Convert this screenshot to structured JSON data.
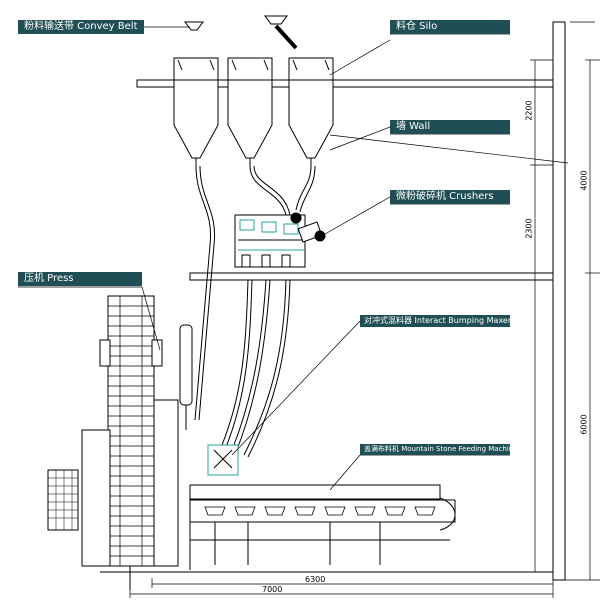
{
  "labels": {
    "convey_belt": "粉料输送带 Convey Belt",
    "silo": "料仓 Silo",
    "wall": "墙 Wall",
    "crushers": "微粉破碎机 Crushers",
    "press": "压机 Press",
    "mixer": "对冲式混料器 Interact Bumping Maxer",
    "feeder": "盖满布料机 Mountain Stone Feeding Machine"
  },
  "dimensions": {
    "d2200": "2200",
    "d4000": "4000",
    "d2300": "2300",
    "d6000": "6000",
    "d6300": "6300",
    "d7000": "7000"
  },
  "colors": {
    "line": "#000000",
    "label_bg": "#1f4f55",
    "machine_accent": "#2aa198"
  }
}
